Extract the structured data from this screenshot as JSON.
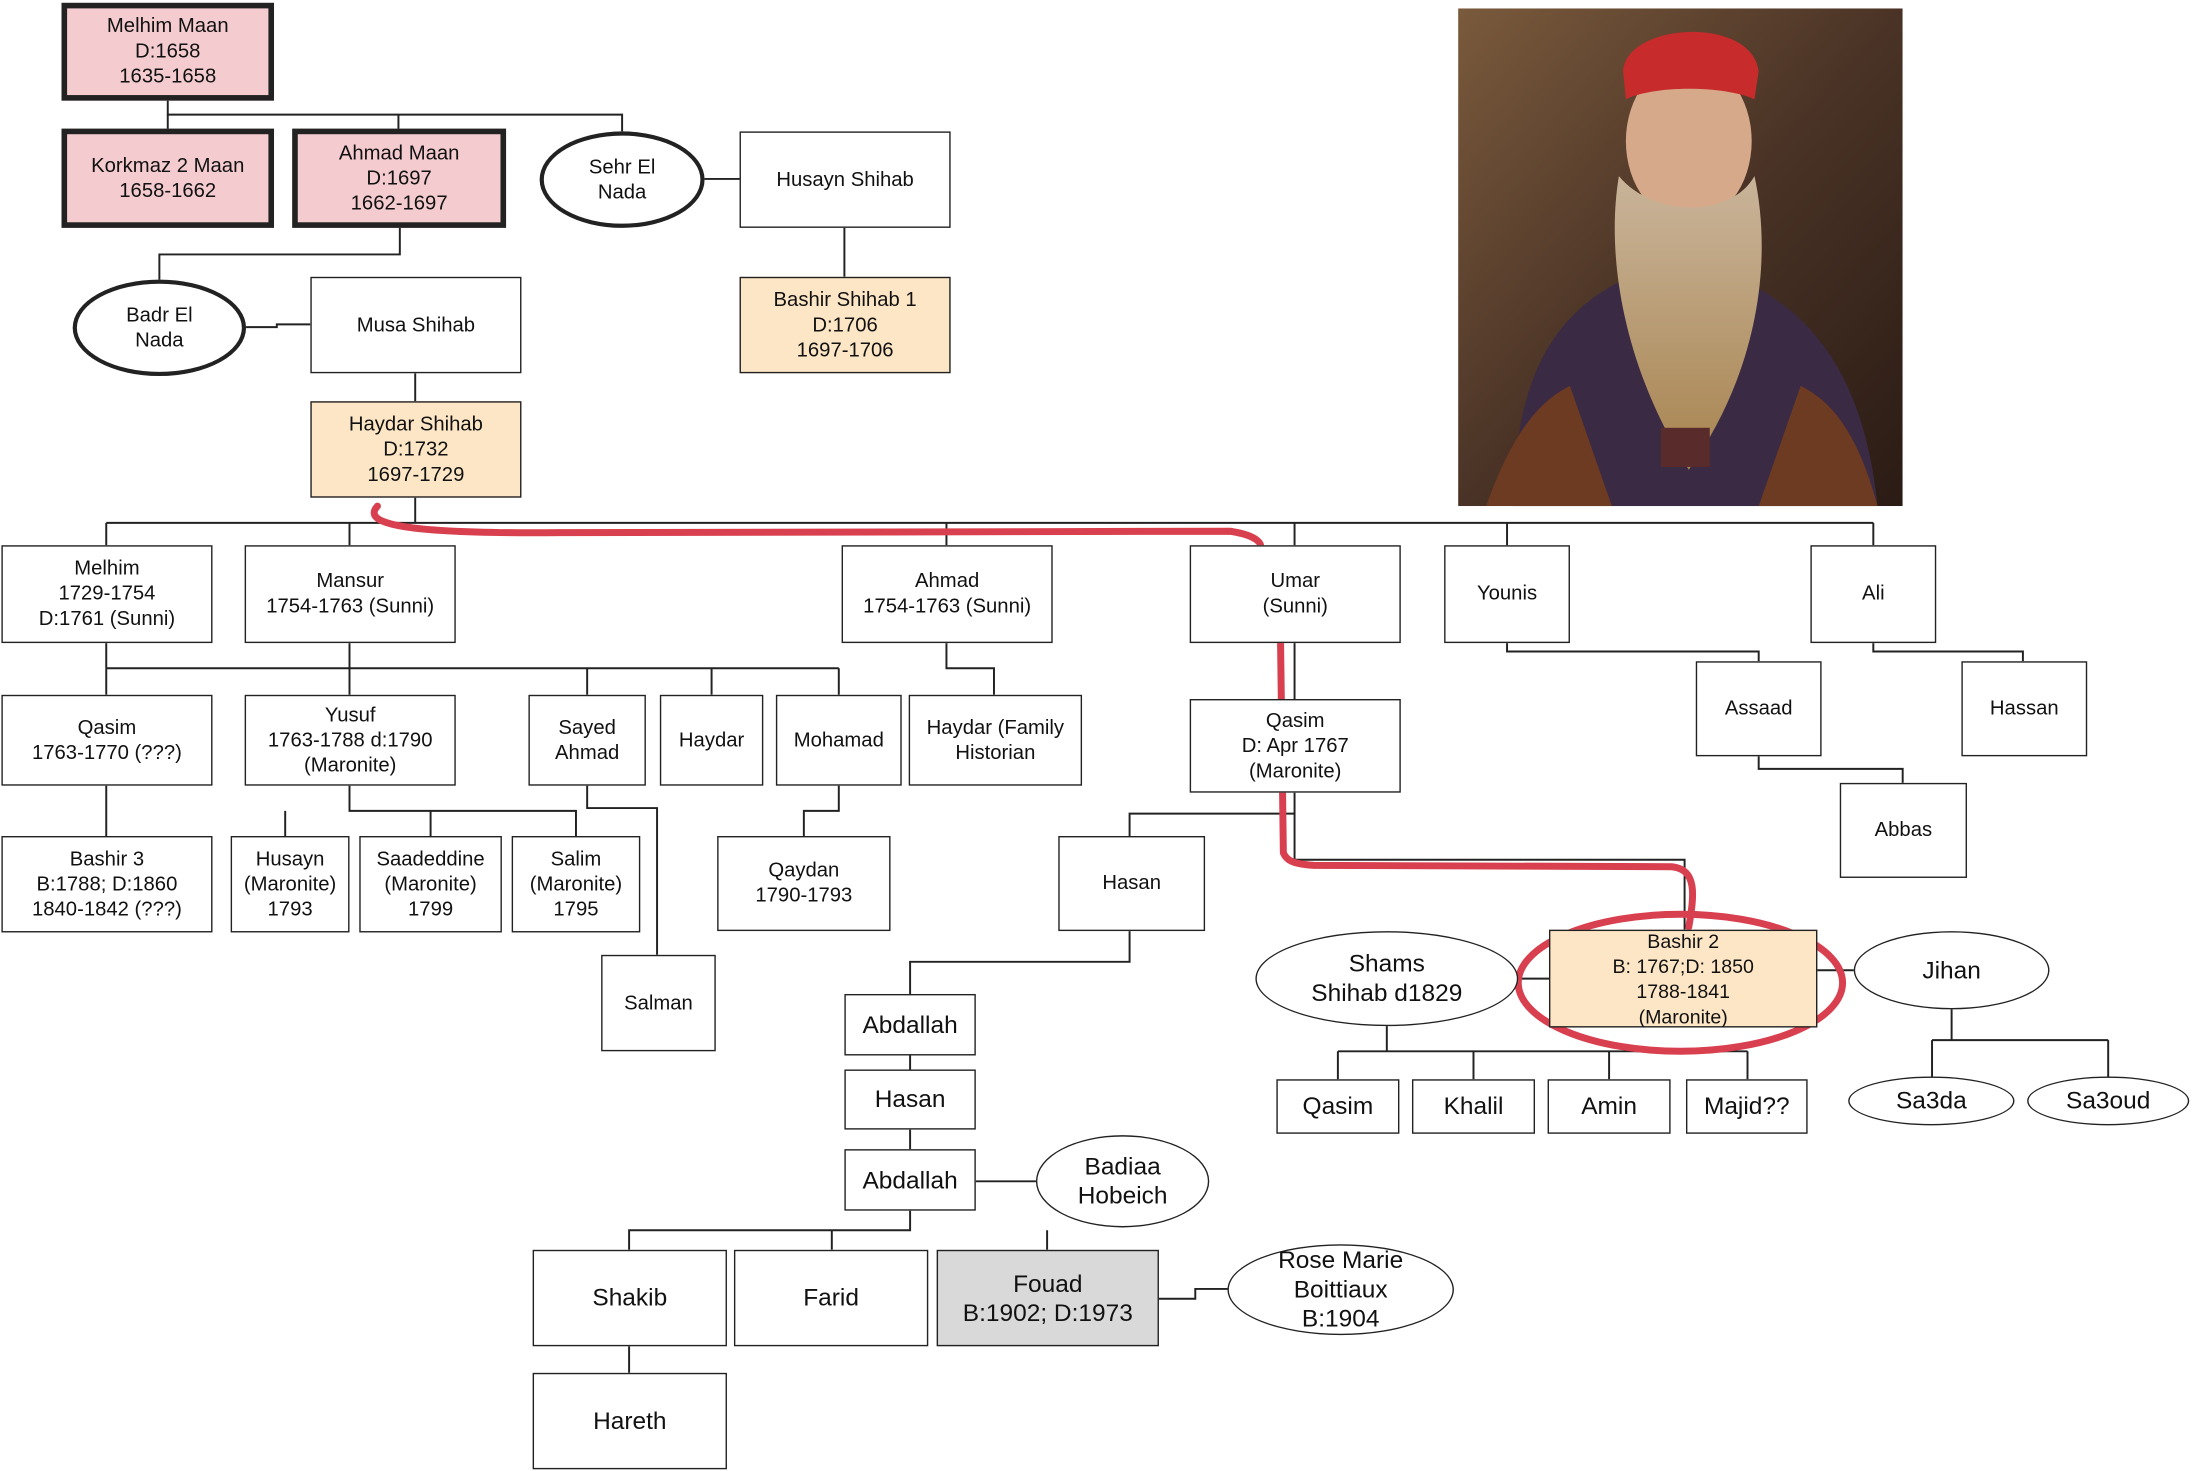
{
  "title": "",
  "colors": {
    "line": "#222222",
    "highlight": "#d9404f",
    "pink_fill": "#f4ccd0",
    "peach_fill": "#fde6c6",
    "grey_fill": "#d9d9d9"
  },
  "portrait": {
    "description_icon": "portrait-photo"
  },
  "nodes": {
    "melhim_maan": "Melhim Maan\nD:1658\n1635-1658",
    "korkmaz": "Korkmaz 2 Maan\n1658-1662",
    "ahmad_maan": "Ahmad Maan\nD:1697\n1662-1697",
    "sehr": "Sehr El\nNada",
    "husayn_shihab": "Husayn Shihab",
    "bashir1": "Bashir Shihab 1\nD:1706\n1697-1706",
    "badr": "Badr El\nNada",
    "musa": "Musa Shihab",
    "haydar_shihab": "Haydar Shihab\nD:1732\n1697-1729",
    "melhim": "Melhim\n1729-1754\nD:1761 (Sunni)",
    "mansur": "Mansur\n1754-1763 (Sunni)",
    "ahmad": "Ahmad\n1754-1763 (Sunni)",
    "umar": "Umar\n(Sunni)",
    "younis": "Younis",
    "ali": "Ali",
    "qasim_1763": "Qasim\n1763-1770 (???)",
    "yusuf": "Yusuf\n1763-1788 d:1790\n(Maronite)",
    "sayed_ahmad": "Sayed\nAhmad",
    "haydar": "Haydar",
    "mohamad": "Mohamad",
    "haydar_family": "Haydar (Family\nHistorian",
    "qasim_1767": "Qasim\nD: Apr 1767\n(Maronite)",
    "assaad": "Assaad",
    "hassan": "Hassan",
    "abbas": "Abbas",
    "bashir3": "Bashir 3\nB:1788; D:1860\n1840-1842 (???)",
    "husayn_m": "Husayn\n(Maronite)\n1793",
    "saadeddine": "Saadeddine\n(Maronite)\n1799",
    "salim": "Salim\n(Maronite)\n1795",
    "qaydan": "Qaydan\n1790-1793",
    "hasan_1": "Hasan",
    "salman": "Salman",
    "shams": "Shams\nShihab d1829",
    "bashir2": "Bashir 2\nB: 1767;D: 1850\n1788-1841\n(Maronite)",
    "jihan": "Jihan",
    "abdallah_1": "Abdallah",
    "hasan_2": "Hasan",
    "abdallah_2": "Abdallah",
    "badiaa": "Badiaa\nHobeich",
    "qasim_c": "Qasim",
    "khalil": "Khalil",
    "amin": "Amin",
    "majid": "Majid??",
    "sa3da": "Sa3da",
    "sa3oud": "Sa3oud",
    "shakib": "Shakib",
    "farid": "Farid",
    "fouad": "Fouad\nB:1902; D:1973",
    "rose_marie": "Rose Marie\nBoittiaux\nB:1904",
    "hareth": "Hareth"
  }
}
